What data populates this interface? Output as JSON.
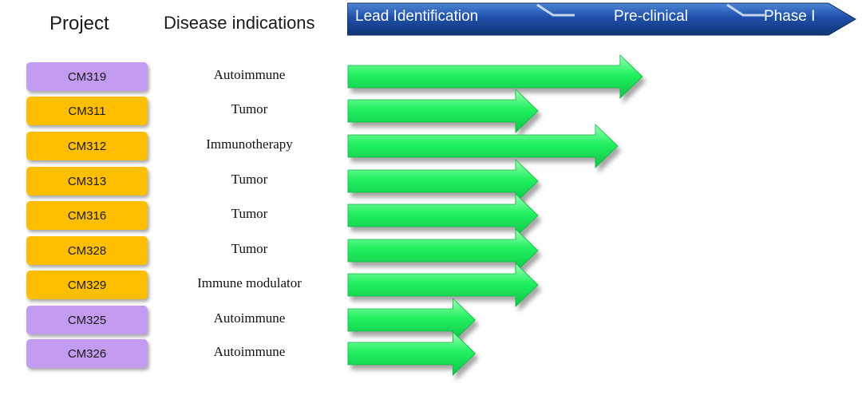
{
  "headers": {
    "project": "Project",
    "disease": "Disease indications"
  },
  "phases": [
    "Lead Identification",
    "Pre-clinical",
    "Phase I"
  ],
  "colors": {
    "autoimmune_box": "#C39BF0",
    "tumor_box": "#FFBF00",
    "arrow": "#22F060",
    "phase_bar": "#1E4FA8"
  },
  "projects": [
    {
      "id": "CM319",
      "indication": "Autoimmune",
      "category": "autoimmune",
      "progress_phase_units": 1.55
    },
    {
      "id": "CM311",
      "indication": "Tumor",
      "category": "tumor",
      "progress_phase_units": 1.0
    },
    {
      "id": "CM312",
      "indication": "Immunotherapy",
      "category": "tumor",
      "progress_phase_units": 1.42
    },
    {
      "id": "CM313",
      "indication": "Tumor",
      "category": "tumor",
      "progress_phase_units": 1.0
    },
    {
      "id": "CM316",
      "indication": "Tumor",
      "category": "tumor",
      "progress_phase_units": 1.0
    },
    {
      "id": "CM328",
      "indication": "Tumor",
      "category": "tumor",
      "progress_phase_units": 1.0
    },
    {
      "id": "CM329",
      "indication": "Immune modulator",
      "category": "tumor",
      "progress_phase_units": 1.0
    },
    {
      "id": "CM325",
      "indication": "Autoimmune",
      "category": "autoimmune",
      "progress_phase_units": 0.67
    },
    {
      "id": "CM326",
      "indication": "Autoimmune",
      "category": "autoimmune",
      "progress_phase_units": 0.67
    }
  ]
}
